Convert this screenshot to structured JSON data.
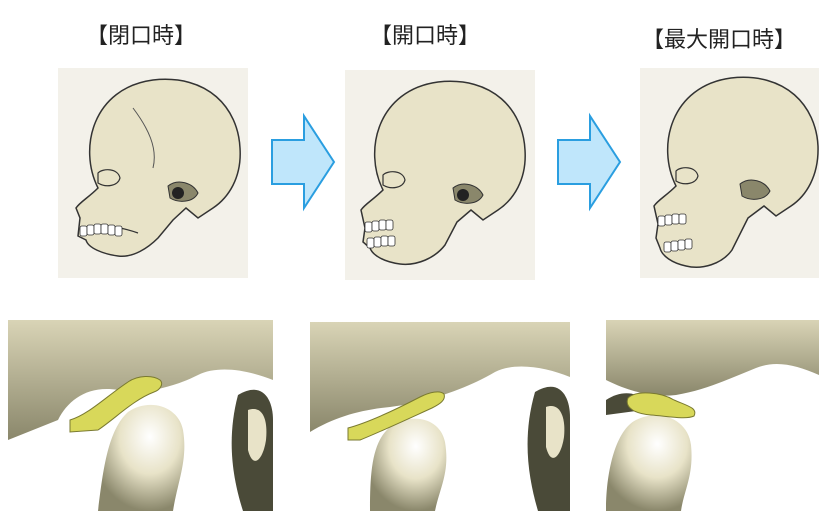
{
  "stages": [
    {
      "label": "【閉口時】"
    },
    {
      "label": "【開口時】"
    },
    {
      "label": "【最大開口時】"
    }
  ],
  "colors": {
    "bone": "#e8e3c8",
    "bone_shadow": "#8a876b",
    "bone_dark": "#4a4a38",
    "disc": "#d8d85a",
    "arrow_fill": "#bfe6fb",
    "arrow_stroke": "#2a9ee0",
    "skull_bg": "#f3f1ea"
  },
  "icons": [
    "skull-illustration",
    "right-arrow-icon",
    "jaw-joint-closeup"
  ]
}
